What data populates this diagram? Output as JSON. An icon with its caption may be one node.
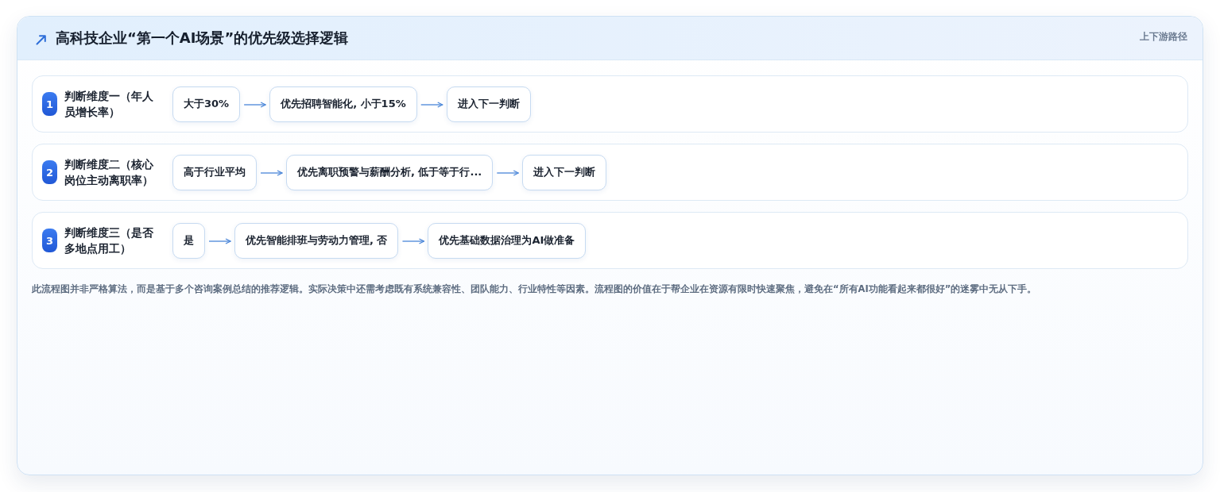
{
  "diagram": {
    "title": "高科技企业“第一个AI场景”的优先级选择逻辑",
    "nodes": [
      {
        "text": [
          "判断维度一（年人员增长率）"
        ]
      },
      {
        "text": [
          "1"
        ],
        "in": 0
      },
      {
        "text": [
          "大于30%"
        ],
        "in": 0
      },
      {
        "text": [
          "优先招聘智能化, 小于15%"
        ],
        "in": 0
      },
      {
        "text": [
          "进入下一判断"
        ],
        "in": 0
      },
      {
        "text": [
          "判断维度二（核心岗位主动离职率）"
        ]
      },
      {
        "text": [
          "2"
        ],
        "in": 5
      },
      {
        "text": [
          "高于行业平均"
        ],
        "in": 5
      },
      {
        "text": [
          "优先离职预警与薪酬分析, 低于等于行..."
        ],
        "in": 5
      },
      {
        "text": [
          "进入下一判断"
        ],
        "in": 5
      },
      {
        "text": [
          "判断维度三（是否多地点用工）"
        ]
      },
      {
        "text": [
          "3"
        ],
        "in": 10
      },
      {
        "text": [
          "是"
        ],
        "in": 10
      },
      {
        "text": [
          "优先智能排班与劳动力管理, 否"
        ],
        "in": 10
      },
      {
        "text": [
          "优先基础数据治理为AI做准备"
        ],
        "in": 10
      }
    ],
    "edges": [
      {
        "from": 2,
        "to": 3,
        "arrow": "to"
      },
      {
        "from": 3,
        "to": 4,
        "arrow": "to"
      },
      {
        "from": 7,
        "to": 8,
        "arrow": "to"
      },
      {
        "from": 8,
        "to": 9,
        "arrow": "to"
      },
      {
        "from": 12,
        "to": 13,
        "arrow": "to"
      },
      {
        "from": 13,
        "to": 14,
        "arrow": "to"
      }
    ],
    "labels": [
      "上下游路径",
      "此流程图并非严格算法，而是基于多个咨询案例总结的推荐逻辑。实际决策中还需考虑既有系统兼容性、团队能力、行业特性等因素。流程图的价值在于帮企业在资源有限时快速聚焦，避免在“所有AI功能看起来都很好”的迷雾中无从下手。"
    ]
  }
}
